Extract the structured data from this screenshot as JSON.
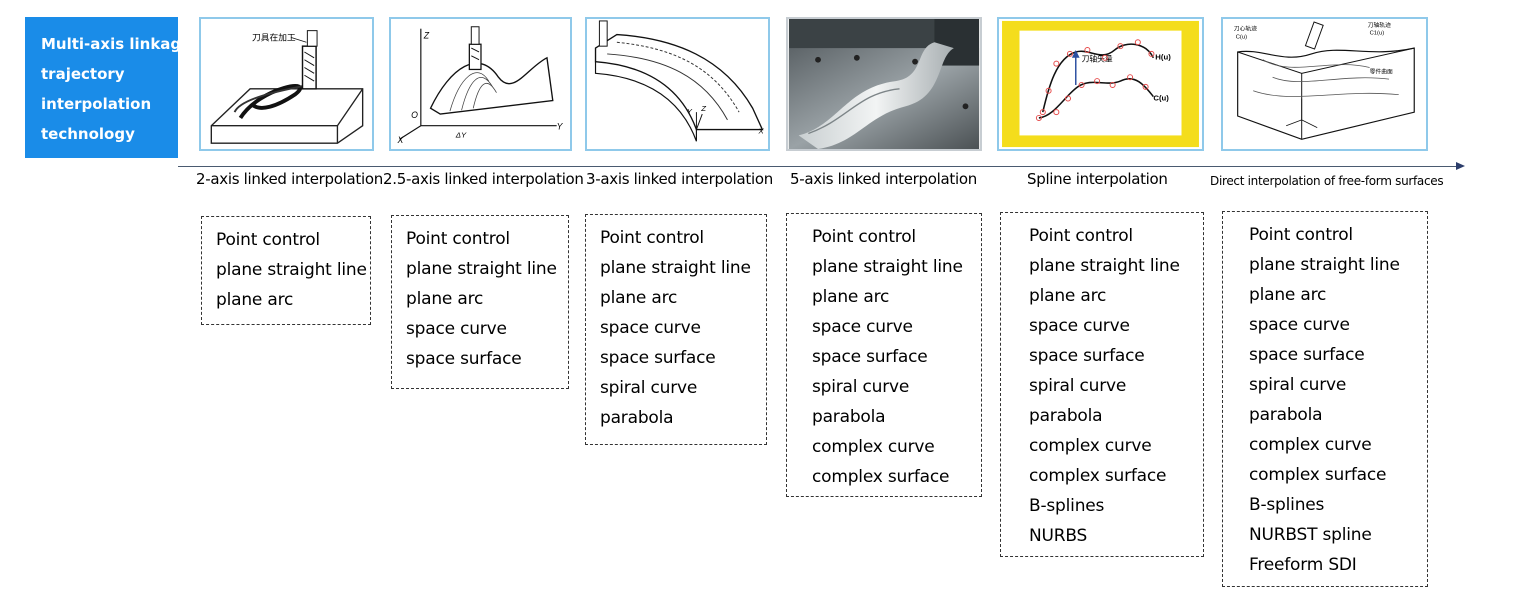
{
  "title": [
    "Multi-axis linkage",
    "trajectory",
    "interpolation",
    "technology"
  ],
  "stages": [
    {
      "label": "2-axis linked interpolation",
      "image_caption": "刀具在加工",
      "capabilities": [
        "Point control",
        "plane straight line",
        "plane arc"
      ]
    },
    {
      "label": "2.5-axis linked interpolation",
      "axis_labels": [
        "Z",
        "X",
        "Y",
        "O",
        "ΔY"
      ],
      "capabilities": [
        "Point control",
        "plane straight line",
        "plane arc",
        "space curve",
        "space surface"
      ]
    },
    {
      "label": "3-axis linked interpolation",
      "axis_labels": [
        "Y",
        "Z",
        "X"
      ],
      "capabilities": [
        "Point control",
        "plane straight line",
        "plane arc",
        "space curve",
        "space surface",
        "spiral curve",
        "parabola"
      ]
    },
    {
      "label": "5-axis linked interpolation",
      "capabilities": [
        "Point control",
        "plane straight line",
        "plane arc",
        "space curve",
        "space surface",
        "spiral curve",
        "parabola",
        "complex curve",
        "complex surface"
      ]
    },
    {
      "label": "Spline interpolation",
      "image_caption": "刀轴矢量",
      "curve_labels": [
        "H(u)",
        "C(u)"
      ],
      "capabilities": [
        "Point control",
        "plane straight line",
        "plane arc",
        "space curve",
        "space surface",
        "spiral curve",
        "parabola",
        "complex curve",
        "complex surface",
        "B-splines",
        "NURBS"
      ]
    },
    {
      "label": "Direct interpolation of free-form surfaces",
      "image_captions": [
        "刀心轨迹",
        "C(u)",
        "刀轴轨迹",
        "C1(u)",
        "零件曲面"
      ],
      "capabilities": [
        "Point control",
        "plane straight line",
        "plane arc",
        "space curve",
        "space surface",
        "spiral curve",
        "parabola",
        "complex curve",
        "complex surface",
        "B-splines",
        "NURBST spline",
        "Freeform SDI"
      ]
    }
  ],
  "colors": {
    "title_bg": "#1a8ce8",
    "image_border": "#8fc9ea",
    "spline_frame": "#f4dd1c",
    "control_point": "#e64a4a"
  }
}
